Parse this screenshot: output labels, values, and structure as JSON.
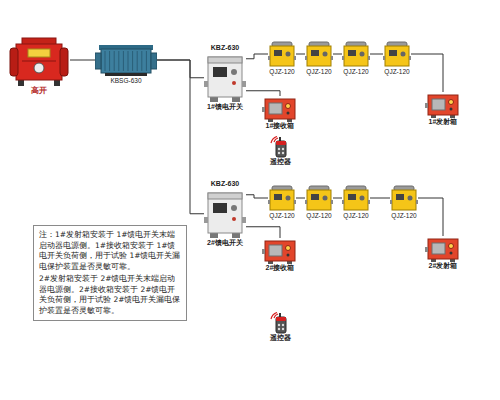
{
  "diagram": {
    "nodes": [
      {
        "text": [
          "高开"
        ]
      },
      {
        "text": [
          "KBSG-630"
        ]
      },
      {
        "text": [
          "KBZ-630",
          "1#馈电开关"
        ]
      },
      {
        "text": [
          "QJZ-120"
        ]
      },
      {
        "text": [
          "QJZ-120"
        ]
      },
      {
        "text": [
          "QJZ-120"
        ]
      },
      {
        "text": [
          "QJZ-120"
        ]
      },
      {
        "text": [
          "1#发射箱"
        ]
      },
      {
        "text": [
          "1#接收箱"
        ]
      },
      {
        "text": [
          "遥控器"
        ]
      },
      {
        "text": [
          "KBZ-630",
          "2#馈电开关"
        ]
      },
      {
        "text": [
          "QJZ-120"
        ]
      },
      {
        "text": [
          "QJZ-120"
        ]
      },
      {
        "text": [
          "QJZ-120"
        ]
      },
      {
        "text": [
          "QJZ-120"
        ]
      },
      {
        "text": [
          "2#发射箱"
        ]
      },
      {
        "text": [
          "2#接收箱"
        ]
      },
      {
        "text": [
          "遥控器"
        ]
      },
      {
        "text": [
          "注：1#发射箱安装于 1#馈电开关末端启动器电源侧。1#接收箱安装于 1#馈电开关负荷侧，用于试验 1#馈电开关漏电保护装置是否灵敏可靠。",
          "2#发射箱安装于 2#馈电开关末端启动器电源侧。2#接收箱安装于 2#馈电开关负荷侧，用于试验 2#馈电开关漏电保护装置是否灵敏可靠。"
        ]
      }
    ],
    "edges": [
      {
        "from": 0,
        "to": 1,
        "arrow": "none"
      },
      {
        "from": 1,
        "to": 2,
        "arrow": "none"
      },
      {
        "from": 1,
        "to": 10,
        "arrow": "none"
      },
      {
        "from": 2,
        "to": 3,
        "arrow": "none"
      },
      {
        "from": 3,
        "to": 4,
        "arrow": "none"
      },
      {
        "from": 4,
        "to": 5,
        "arrow": "none"
      },
      {
        "from": 5,
        "to": 6,
        "arrow": "none"
      },
      {
        "from": 6,
        "to": 7,
        "arrow": "none"
      },
      {
        "from": 2,
        "to": 8,
        "arrow": "none"
      },
      {
        "from": 10,
        "to": 11,
        "arrow": "none"
      },
      {
        "from": 11,
        "to": 12,
        "arrow": "none"
      },
      {
        "from": 12,
        "to": 13,
        "arrow": "none"
      },
      {
        "from": 13,
        "to": 14,
        "arrow": "none"
      },
      {
        "from": 14,
        "to": 15,
        "arrow": "none"
      },
      {
        "from": 10,
        "to": 16,
        "arrow": "none"
      }
    ]
  }
}
